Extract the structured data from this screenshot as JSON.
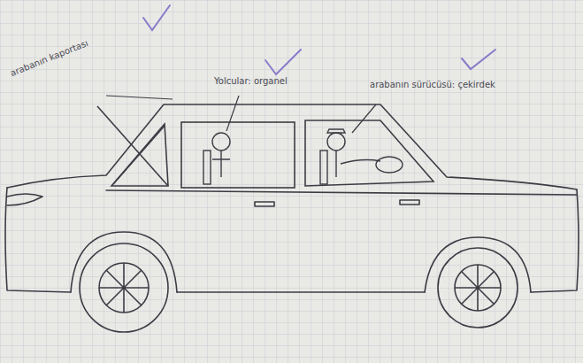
{
  "diagram": {
    "labels": [
      "arabanın kaportası",
      "Yolcular: organel",
      "arabanın sürücüsü: çekirdek"
    ]
  }
}
